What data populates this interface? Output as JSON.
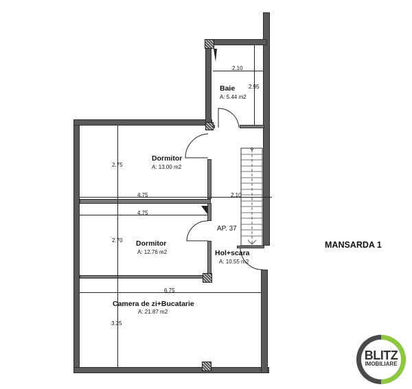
{
  "plan": {
    "title": "MANSARDA 1",
    "apartment_label": "AP. 37"
  },
  "rooms": [
    {
      "name": "Baie",
      "area": "A: 5.44 m2",
      "dims": [
        "2.10",
        "2.95"
      ]
    },
    {
      "name": "Dormitor",
      "area": "A: 13.00 m2",
      "dims": [
        "2.75",
        "4.75"
      ]
    },
    {
      "name": "Dormitor",
      "area": "A: 12.76 m2",
      "dims": [
        "2.70",
        "4.75"
      ]
    },
    {
      "name": "Hol+scara",
      "area": "A: 10.55 m2",
      "dims": [
        "2.10"
      ]
    },
    {
      "name": "Camera de zi+Bucatarie",
      "area": "A: 21.87 m2",
      "dims": [
        "6.75",
        "3.25"
      ]
    }
  ],
  "logo": {
    "line1": "BLITZ",
    "line2": "IMOBILIARE",
    "colors": {
      "ring": "#4a4a4a",
      "accent": "#8dc63f"
    }
  }
}
